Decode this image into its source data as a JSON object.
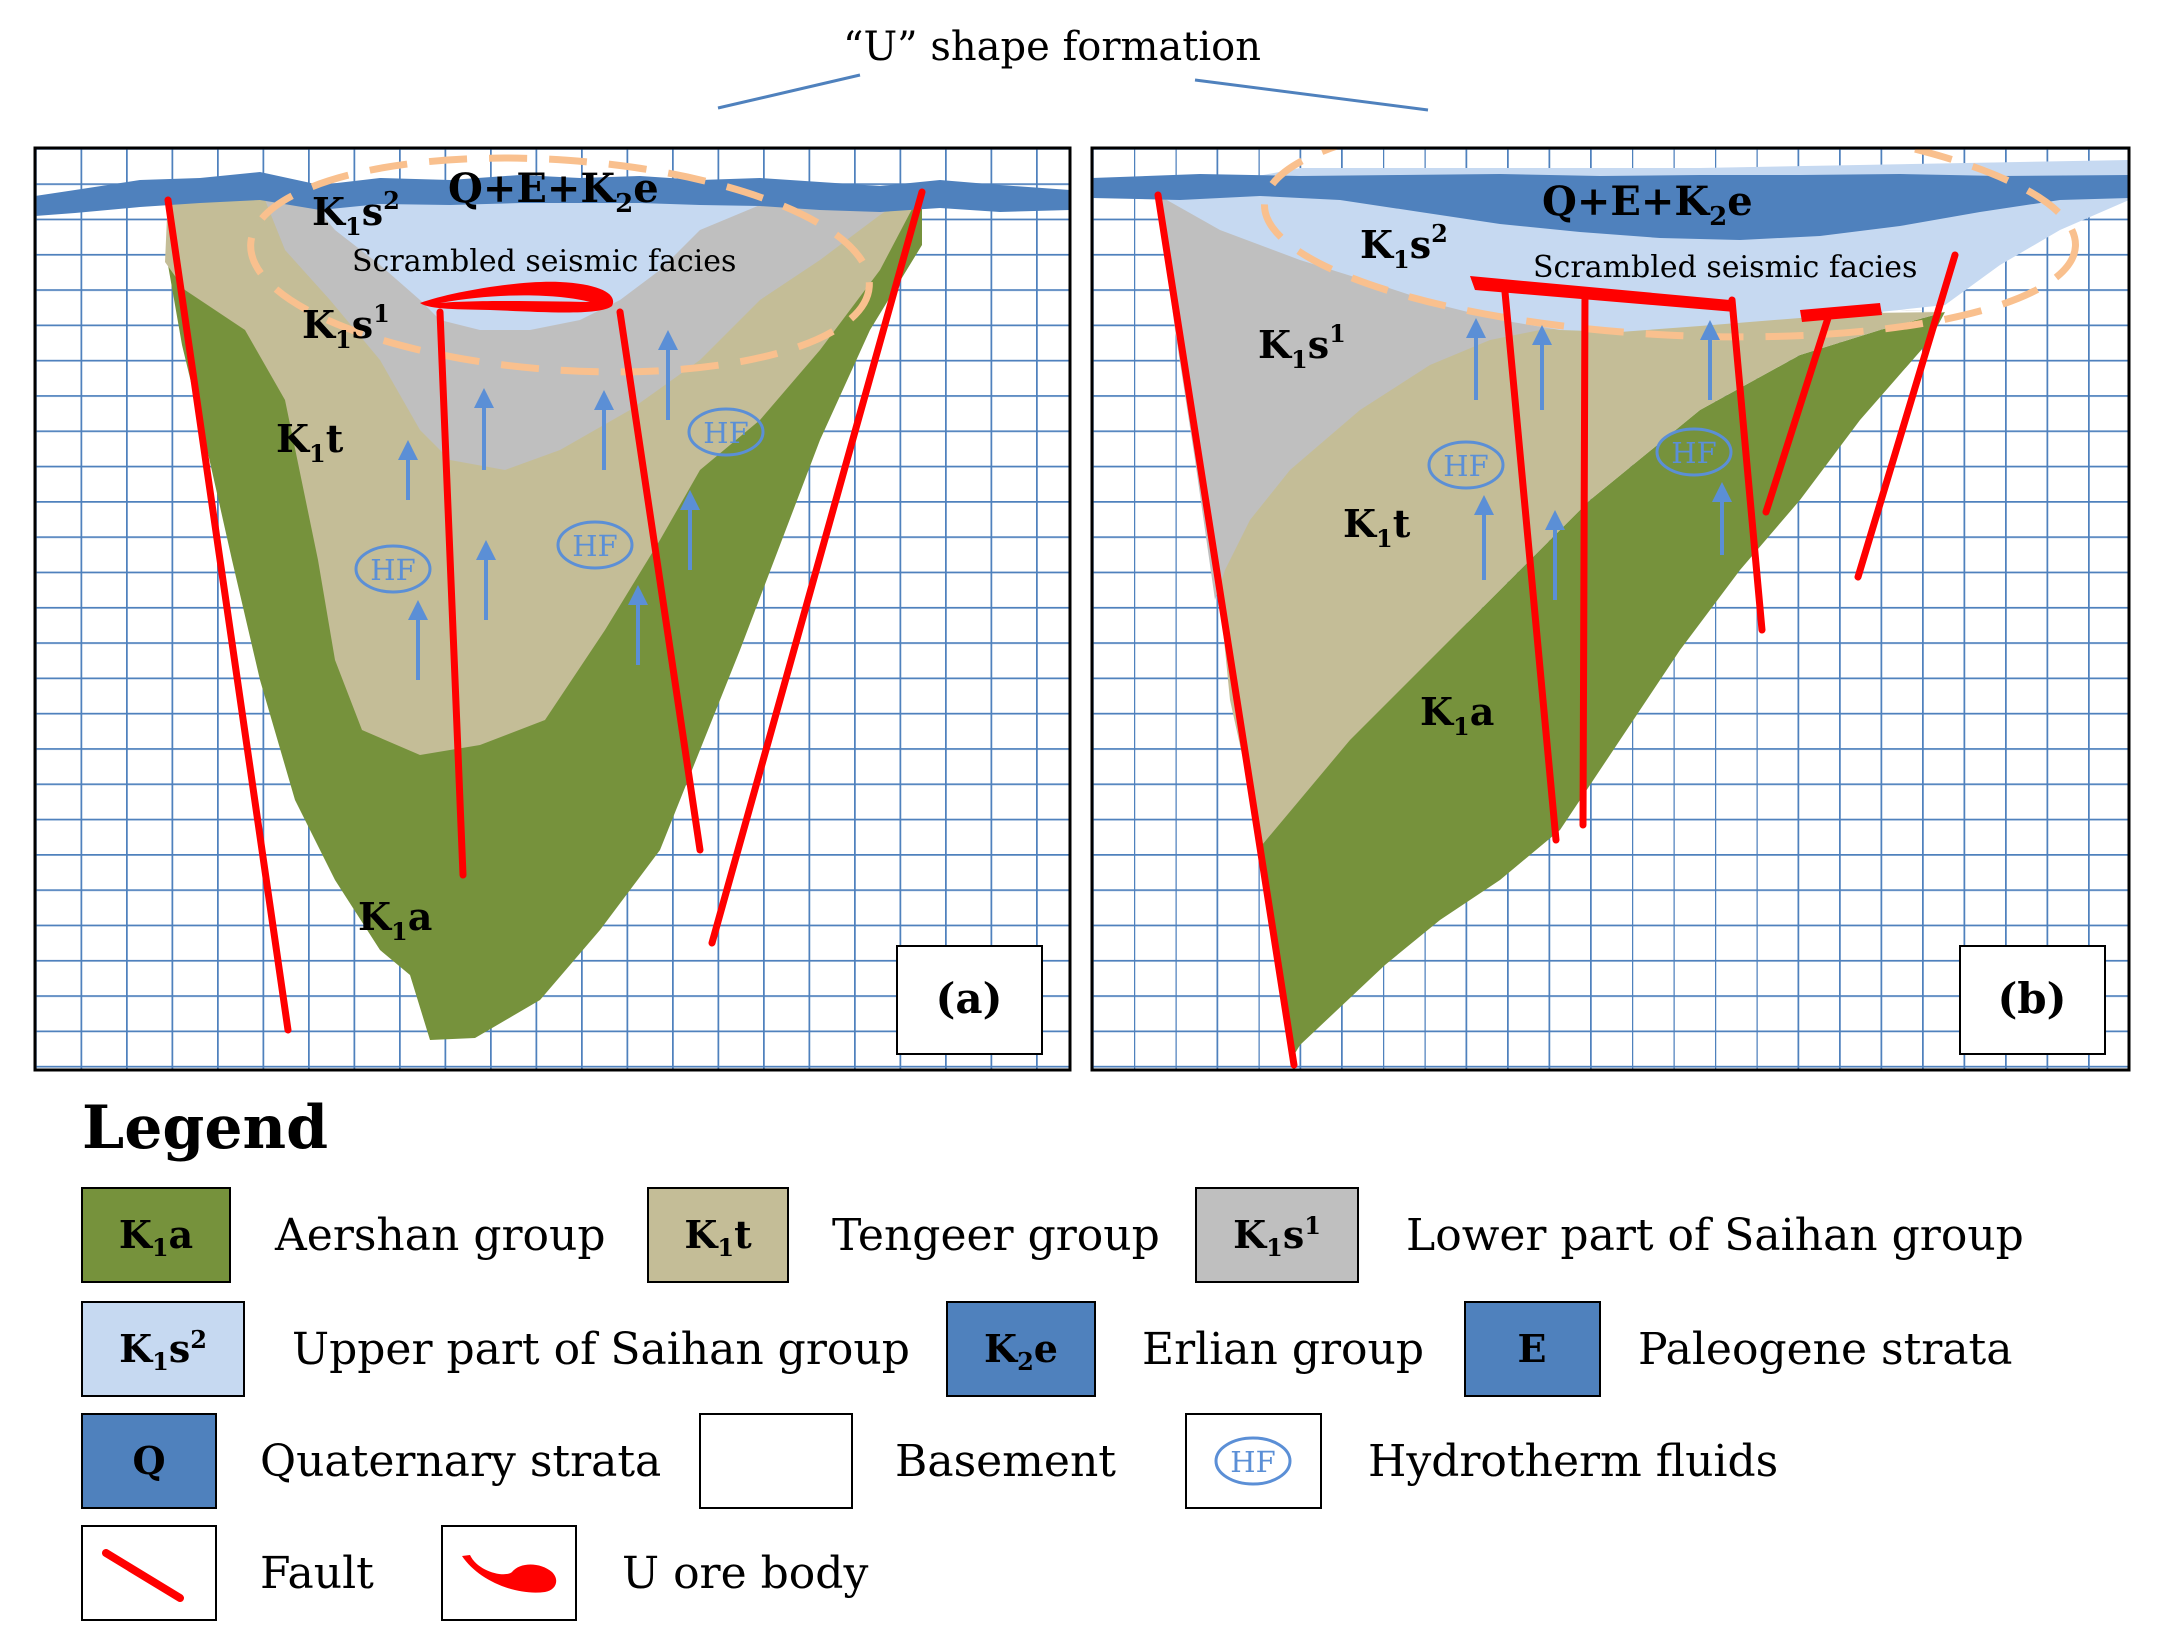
{
  "title": "“U” shape formation",
  "panel_a": {
    "tag": "(a)",
    "labels": {
      "qek": {
        "base": "Q+E+K",
        "sub": "2",
        "tail": "e"
      },
      "ks2": {
        "base": "K",
        "sub": "1",
        "tail": "s",
        "sup": "2"
      },
      "facies": "Scrambled seismic facies",
      "ks1": {
        "base": "K",
        "sub": "1",
        "tail": "s",
        "sup": "1"
      },
      "kt": {
        "base": "K",
        "sub": "1",
        "tail": "t"
      },
      "ka": {
        "base": "K",
        "sub": "1",
        "tail": "a"
      }
    },
    "hf": "HF"
  },
  "panel_b": {
    "tag": "(b)",
    "labels": {
      "qek": {
        "base": "Q+E+K",
        "sub": "2",
        "tail": "e"
      },
      "ks2": {
        "base": "K",
        "sub": "1",
        "tail": "s",
        "sup": "2"
      },
      "facies": "Scrambled seismic facies",
      "ks1": {
        "base": "K",
        "sub": "1",
        "tail": "s",
        "sup": "1"
      },
      "kt": {
        "base": "K",
        "sub": "1",
        "tail": "t"
      },
      "ka": {
        "base": "K",
        "sub": "1",
        "tail": "a"
      }
    },
    "hf": "HF"
  },
  "legend": {
    "title": "Legend",
    "items": {
      "k1a": {
        "code": {
          "base": "K",
          "sub": "1",
          "tail": "a"
        },
        "label": "Aershan group"
      },
      "k1t": {
        "code": {
          "base": "K",
          "sub": "1",
          "tail": "t"
        },
        "label": "Tengeer group"
      },
      "k1s1": {
        "code": {
          "base": "K",
          "sub": "1",
          "tail": "s",
          "sup": "1"
        },
        "label": "Lower part of Saihan group"
      },
      "k1s2": {
        "code": {
          "base": "K",
          "sub": "1",
          "tail": "s",
          "sup": "2"
        },
        "label": "Upper part of Saihan group"
      },
      "k2e": {
        "code": {
          "base": "K",
          "sub": "2",
          "tail": "e"
        },
        "label": "Erlian group"
      },
      "e": {
        "code": {
          "base": "E"
        },
        "label": "Paleogene strata"
      },
      "q": {
        "code": {
          "base": "Q"
        },
        "label": "Quaternary strata"
      },
      "basement": {
        "label": "Basement"
      },
      "hf": {
        "code": {
          "base": "HF"
        },
        "label": "Hydrotherm fluids"
      },
      "fault": {
        "label": "Fault"
      },
      "ore": {
        "label": "U ore body"
      }
    }
  },
  "colors": {
    "aershan": "#76923c",
    "tengeer": "#c4bd97",
    "saihan_lower": "#bfbfbf",
    "saihan_upper": "#c6d9f1",
    "top_strata": "#4f81bd",
    "grid": "#4f81bd",
    "fault": "#ff0000",
    "hf": "#5b8fd6",
    "ellipse": "#f9c08e"
  },
  "icons": {
    "fault": "red-line-icon",
    "ore": "red-hook-icon",
    "hf": "hf-ellipse-icon"
  }
}
